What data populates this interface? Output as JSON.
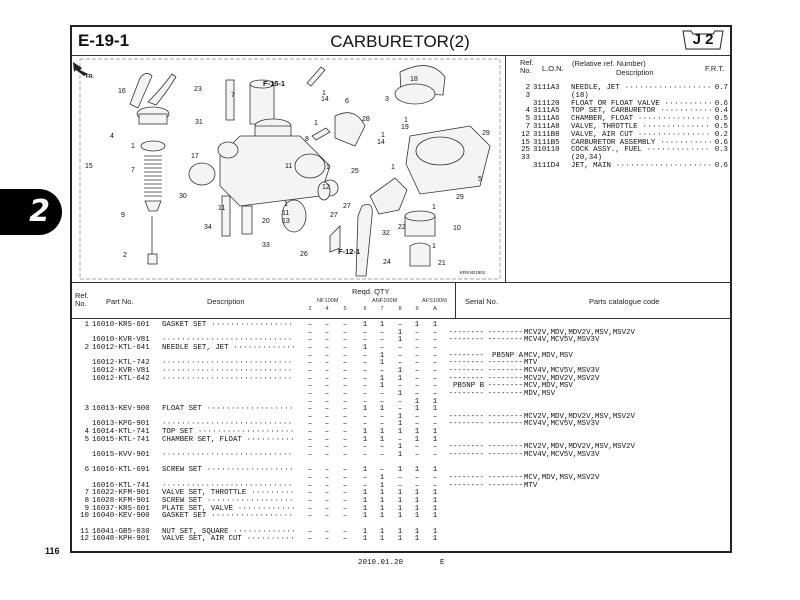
{
  "header": {
    "section_code": "E-19-1",
    "title": "CARBURETOR(2)",
    "group_badge": "J 2"
  },
  "chapter_tab": "2",
  "page_number": "116",
  "footer": {
    "date": "2010.01.20",
    "edition": "E"
  },
  "diagram": {
    "image_code": "KRSVE1901",
    "front_arrow": "FR.",
    "refs": [
      "F-15-1",
      "F-12-1"
    ],
    "callouts": [
      "16",
      "23",
      "7",
      "6",
      "1",
      "14",
      "1",
      "8",
      "18",
      "3",
      "28",
      "1",
      "19",
      "1",
      "14",
      "29",
      "4",
      "1",
      "7",
      "15",
      "17",
      "11",
      "12",
      "1",
      "25",
      "1",
      "5",
      "30",
      "11",
      "9",
      "1",
      "11",
      "13",
      "27",
      "27",
      "29",
      "1",
      "10",
      "22",
      "32",
      "20",
      "34",
      "2",
      "33",
      "26",
      "24",
      "1",
      "21",
      "31"
    ]
  },
  "frt_table": {
    "headers": {
      "ref": "Ref.\nNo.",
      "lon": "L.O.N.",
      "desc_top": "(Relative ref. Number)",
      "desc": "Description",
      "frt": "F.R.T."
    },
    "rows": [
      {
        "ref": "2",
        "lon": "3111A3",
        "desc": "NEEDLE, JET",
        "frt": "0.7"
      },
      {
        "ref": "3",
        "lon": "",
        "desc": "(18)",
        "frt": ""
      },
      {
        "ref": "",
        "lon": "311120",
        "desc": "FLOAT OR FLOAT VALVE",
        "frt": "0.6"
      },
      {
        "ref": "4",
        "lon": "3111A5",
        "desc": "TOP SET, CARBURETOR",
        "frt": "0.4"
      },
      {
        "ref": "5",
        "lon": "3111A6",
        "desc": "CHAMBER, FLOAT",
        "frt": "0.5"
      },
      {
        "ref": "7",
        "lon": "3111A8",
        "desc": "VALVE, THROTTLE",
        "frt": "0.5"
      },
      {
        "ref": "12",
        "lon": "3111B8",
        "desc": "VALVE, AIR CUT",
        "frt": "0.2"
      },
      {
        "ref": "15",
        "lon": "3111B5",
        "desc": "CARBURETOR ASSEMBLY",
        "frt": "0.6"
      },
      {
        "ref": "25",
        "lon": "310110",
        "desc": "COCK ASSY., FUEL",
        "frt": "0.3"
      },
      {
        "ref": "33",
        "lon": "",
        "desc": "(20,34)",
        "frt": ""
      },
      {
        "ref": "",
        "lon": "3111D4",
        "desc": "JET, MAIN",
        "frt": "0.6"
      }
    ]
  },
  "parts_table": {
    "headers": {
      "ref": "Ref.\nNo.",
      "part_no": "Part No.",
      "description": "Description",
      "qty": "Reqd. QTY",
      "serial": "Serial No.",
      "catalogue": "Parts catalogue code"
    },
    "model_groups": [
      "NF100M",
      "ANF100M",
      "AFS100M"
    ],
    "qty_columns": [
      "2",
      "4",
      "5",
      "6",
      "7",
      "8",
      "9",
      "A"
    ],
    "rows": [
      {
        "ref": "1",
        "part": "16010-KRS-601",
        "desc": "GASKET SET",
        "lead": true,
        "qty": [
          "–",
          "–",
          "–",
          "1",
          "1",
          "–",
          "1",
          "1"
        ],
        "s1": "",
        "s2": "",
        "code": ""
      },
      {
        "ref": "",
        "part": "",
        "desc": "",
        "lead": false,
        "qty": [
          "–",
          "–",
          "–",
          "–",
          "–",
          "1",
          "–",
          "–"
        ],
        "s1": "--------",
        "s2": "--------",
        "code": "MCV2V,MDV,MDV2V,MSV,MSV2V"
      },
      {
        "ref": "",
        "part": "16010-KVR-V81",
        "desc": "",
        "lead": true,
        "qty": [
          "–",
          "–",
          "–",
          "–",
          "–",
          "1",
          "–",
          "–"
        ],
        "s1": "--------",
        "s2": "--------",
        "code": "MCV4V,MCV5V,MSV3V"
      },
      {
        "ref": "2",
        "part": "16012-KTL-641",
        "desc": "NEEDLE SET, JET",
        "lead": true,
        "qty": [
          "–",
          "–",
          "–",
          "1",
          "–",
          "–",
          "–",
          "–"
        ],
        "s1": "",
        "s2": "",
        "code": ""
      },
      {
        "ref": "",
        "part": "",
        "desc": "",
        "lead": false,
        "qty": [
          "–",
          "–",
          "–",
          "–",
          "1",
          "–",
          "–",
          "–"
        ],
        "s1": "--------",
        "s2": "PB5NP A",
        "code": "MCV,MDV,MSV"
      },
      {
        "ref": "",
        "part": "16012-KTL-742",
        "desc": "",
        "lead": true,
        "qty": [
          "–",
          "–",
          "–",
          "–",
          "1",
          "–",
          "–",
          "–"
        ],
        "s1": "--------",
        "s2": "--------",
        "code": "MTV"
      },
      {
        "ref": "",
        "part": "16012-KVR-V81",
        "desc": "",
        "lead": true,
        "qty": [
          "–",
          "–",
          "–",
          "–",
          "–",
          "1",
          "–",
          "–"
        ],
        "s1": "--------",
        "s2": "--------",
        "code": "MCV4V,MCV5V,MSV3V"
      },
      {
        "ref": "",
        "part": "16012-KTL-642",
        "desc": "",
        "lead": true,
        "qty": [
          "–",
          "–",
          "–",
          "–",
          "1",
          "1",
          "–",
          "–"
        ],
        "s1": "--------",
        "s2": "--------",
        "code": "MCV2V,MDV2V,MSV2V"
      },
      {
        "ref": "",
        "part": "",
        "desc": "",
        "lead": false,
        "qty": [
          "–",
          "–",
          "–",
          "–",
          "1",
          "–",
          "–",
          "–"
        ],
        "s1": "PB5NP B",
        "s2": "--------",
        "code": "MCV,MDV,MSV"
      },
      {
        "ref": "",
        "part": "",
        "desc": "",
        "lead": false,
        "qty": [
          "–",
          "–",
          "–",
          "–",
          "–",
          "1",
          "–",
          "–"
        ],
        "s1": "--------",
        "s2": "--------",
        "code": "MDV,MSV"
      },
      {
        "ref": "",
        "part": "",
        "desc": "",
        "lead": false,
        "qty": [
          "–",
          "–",
          "–",
          "–",
          "–",
          "–",
          "1",
          "1"
        ],
        "s1": "",
        "s2": "",
        "code": ""
      },
      {
        "ref": "3",
        "part": "16013-KEV-900",
        "desc": "FLOAT SET",
        "lead": true,
        "qty": [
          "–",
          "–",
          "–",
          "1",
          "1",
          "–",
          "1",
          "1"
        ],
        "s1": "",
        "s2": "",
        "code": ""
      },
      {
        "ref": "",
        "part": "",
        "desc": "",
        "lead": false,
        "qty": [
          "–",
          "–",
          "–",
          "–",
          "–",
          "1",
          "–",
          "–"
        ],
        "s1": "--------",
        "s2": "--------",
        "code": "MCV2V,MDV,MDV2V,MSV,MSV2V"
      },
      {
        "ref": "",
        "part": "16013-KPG-901",
        "desc": "",
        "lead": true,
        "qty": [
          "–",
          "–",
          "–",
          "–",
          "–",
          "1",
          "–",
          "–"
        ],
        "s1": "--------",
        "s2": "--------",
        "code": "MCV4V,MCV5V,MSV3V"
      },
      {
        "ref": "4",
        "part": "16014-KTL-741",
        "desc": "TOP SET",
        "lead": true,
        "qty": [
          "–",
          "–",
          "–",
          "1",
          "1",
          "1",
          "1",
          "1"
        ],
        "s1": "",
        "s2": "",
        "code": ""
      },
      {
        "ref": "5",
        "part": "16015-KTL-741",
        "desc": "CHAMBER SET, FLOAT",
        "lead": true,
        "qty": [
          "–",
          "–",
          "–",
          "1",
          "1",
          "–",
          "1",
          "1"
        ],
        "s1": "",
        "s2": "",
        "code": ""
      },
      {
        "ref": "",
        "part": "",
        "desc": "",
        "lead": false,
        "qty": [
          "–",
          "–",
          "–",
          "–",
          "–",
          "1",
          "–",
          "–"
        ],
        "s1": "--------",
        "s2": "--------",
        "code": "MCV2V,MDV,MDV2V,MSV,MSV2V"
      },
      {
        "ref": "",
        "part": "16015-KVV-901",
        "desc": "",
        "lead": true,
        "qty": [
          "–",
          "–",
          "–",
          "–",
          "–",
          "1",
          "–",
          "–"
        ],
        "s1": "--------",
        "s2": "--------",
        "code": "MCV4V,MCV5V,MSV3V"
      },
      {
        "ref": "6",
        "part": "16016-KTL-691",
        "desc": "SCREW SET",
        "lead": true,
        "qty": [
          "–",
          "–",
          "–",
          "1",
          "–",
          "1",
          "1",
          "1"
        ],
        "s1": "",
        "s2": "",
        "code": ""
      },
      {
        "ref": "",
        "part": "",
        "desc": "",
        "lead": false,
        "qty": [
          "–",
          "–",
          "–",
          "–",
          "1",
          "–",
          "–",
          "–"
        ],
        "s1": "--------",
        "s2": "--------",
        "code": "MCV,MDV,MSV,MSV2V"
      },
      {
        "ref": "",
        "part": "16016-KTL-741",
        "desc": "",
        "lead": true,
        "qty": [
          "–",
          "–",
          "–",
          "–",
          "1",
          "–",
          "–",
          "–"
        ],
        "s1": "--------",
        "s2": "--------",
        "code": "MTV"
      },
      {
        "ref": "7",
        "part": "16022-KFM-901",
        "desc": "VALVE SET, THROTTLE",
        "lead": true,
        "qty": [
          "–",
          "–",
          "–",
          "1",
          "1",
          "1",
          "1",
          "1"
        ],
        "s1": "",
        "s2": "",
        "code": ""
      },
      {
        "ref": "8",
        "part": "16028-KFM-901",
        "desc": "SCREW SET",
        "lead": true,
        "qty": [
          "–",
          "–",
          "–",
          "1",
          "1",
          "1",
          "1",
          "1"
        ],
        "s1": "",
        "s2": "",
        "code": ""
      },
      {
        "ref": "9",
        "part": "16037-KRS-601",
        "desc": "PLATE SET, VALVE",
        "lead": true,
        "qty": [
          "–",
          "–",
          "–",
          "1",
          "1",
          "1",
          "1",
          "1"
        ],
        "s1": "",
        "s2": "",
        "code": ""
      },
      {
        "ref": "10",
        "part": "16040-KEV-900",
        "desc": "GASKET SET",
        "lead": true,
        "qty": [
          "–",
          "–",
          "–",
          "1",
          "1",
          "1",
          "1",
          "1"
        ],
        "s1": "",
        "s2": "",
        "code": ""
      },
      {
        "ref": "11",
        "part": "16041-GB5-030",
        "desc": "NUT SET, SQUARE",
        "lead": true,
        "qty": [
          "–",
          "–",
          "–",
          "1",
          "1",
          "1",
          "1",
          "1"
        ],
        "s1": "",
        "s2": "",
        "code": ""
      },
      {
        "ref": "12",
        "part": "16048-KPH-901",
        "desc": "VALVE SET, AIR CUT",
        "lead": true,
        "qty": [
          "–",
          "–",
          "–",
          "1",
          "1",
          "1",
          "1",
          "1"
        ],
        "s1": "",
        "s2": "",
        "code": ""
      }
    ]
  }
}
